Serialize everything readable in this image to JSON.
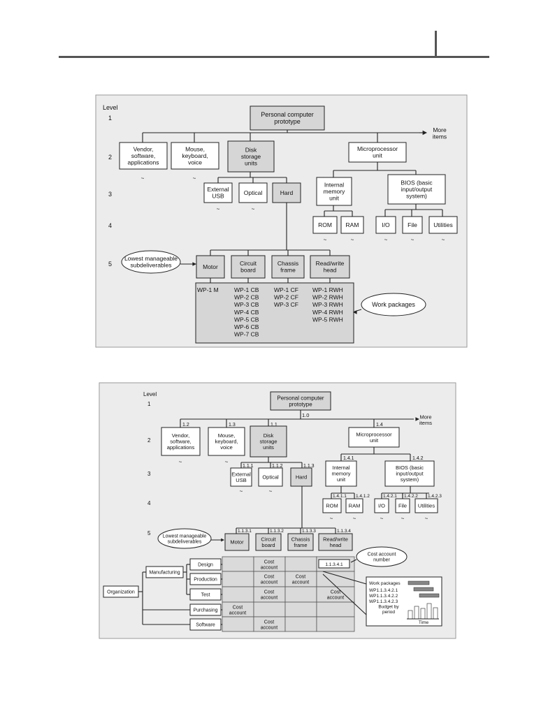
{
  "fig1": {
    "level_label": "Level",
    "level_numbers": [
      "1",
      "2",
      "3",
      "4",
      "5"
    ],
    "root": [
      "Personal computer",
      "prototype"
    ],
    "more_items": [
      "More",
      "items"
    ],
    "l2": [
      [
        "Vendor,",
        "software,",
        "applications"
      ],
      [
        "Mouse,",
        "keyboard,",
        "voice"
      ],
      [
        "Disk",
        "storage",
        "units"
      ],
      [
        "Microprocessor",
        "unit"
      ]
    ],
    "l3_disk": [
      [
        "External",
        "USB"
      ],
      [
        "Optical"
      ],
      [
        "Hard"
      ]
    ],
    "l3_micro": [
      [
        "Internal",
        "memory",
        "unit"
      ],
      [
        "BIOS (basic",
        "input/output",
        "system)"
      ]
    ],
    "l4": [
      [
        "ROM"
      ],
      [
        "RAM"
      ],
      [
        "I/O"
      ],
      [
        "File"
      ],
      [
        "Utilities"
      ]
    ],
    "l5": [
      [
        "Motor"
      ],
      [
        "Circuit",
        "board"
      ],
      [
        "Chassis",
        "frame"
      ],
      [
        "Read/write",
        "head"
      ]
    ],
    "callout_lowest": [
      "Lowest manageable",
      "subdeliverables"
    ],
    "callout_wp": [
      "Work packages"
    ],
    "wp_cols": [
      [
        "WP-1 M"
      ],
      [
        "WP-1 CB",
        "WP-2 CB",
        "WP-3 CB",
        "WP-4 CB",
        "WP-5 CB",
        "WP-6 CB",
        "WP-7 CB"
      ],
      [
        "WP-1 CF",
        "WP-2 CF",
        "WP-3 CF"
      ],
      [
        "WP-1 RWH",
        "WP-2 RWH",
        "WP-3 RWH",
        "WP-4 RWH",
        "WP-5 RWH"
      ]
    ]
  },
  "fig2": {
    "level_label": "Level",
    "level_numbers": [
      "1",
      "2",
      "3",
      "4",
      "5"
    ],
    "root": [
      "Personal computer",
      "prototype"
    ],
    "root_code": "1.0",
    "more_items": [
      "More",
      "items"
    ],
    "l2": [
      [
        "Vendor,",
        "software,",
        "applications"
      ],
      [
        "Mouse,",
        "keyboard,",
        "voice"
      ],
      [
        "Disk",
        "storage",
        "units"
      ],
      [
        "Microprocessor",
        "unit"
      ]
    ],
    "l2_codes": [
      "1.2",
      "1.3",
      "1.1",
      "1.4"
    ],
    "l3_disk": [
      [
        "External",
        "USB"
      ],
      [
        "Optical"
      ],
      [
        "Hard"
      ]
    ],
    "l3_disk_codes": [
      "1.1.1",
      "1.1.2",
      "1.1.3"
    ],
    "l3_micro": [
      [
        "Internal",
        "memory",
        "unit"
      ],
      [
        "BIOS (basic",
        "input/output",
        "system)"
      ]
    ],
    "l3_micro_codes": [
      "1.4.1",
      "1.4.2"
    ],
    "l4": [
      [
        "ROM"
      ],
      [
        "RAM"
      ],
      [
        "I/O"
      ],
      [
        "File"
      ],
      [
        "Utilities"
      ]
    ],
    "l4_codes": [
      "1.4.1.1",
      "1.4.1.2",
      "1.4.2.1",
      "1.4.2.2",
      "1.4.2.3"
    ],
    "l5": [
      [
        "Motor"
      ],
      [
        "Circuit",
        "board"
      ],
      [
        "Chassis",
        "frame"
      ],
      [
        "Read/write",
        "head"
      ]
    ],
    "l5_codes": [
      "1.1.3.1",
      "1.1.3.2",
      "1.1.3.3",
      "1.1.3.4"
    ],
    "callout_lowest": [
      "Lowest manageable",
      "subdeliverables"
    ],
    "callout_cost": [
      "Cost account",
      "number"
    ],
    "cost_code": "1.1.3.4.1",
    "org": "Organization",
    "manufacturing": "Manufacturing",
    "depts": [
      "Design",
      "Production",
      "Test",
      "Purchasing",
      "Software"
    ],
    "cost_account": [
      "Cost",
      "account"
    ],
    "wp_title": "Work packages",
    "wp_list": [
      "WP1.1.3.4.2.1",
      "WP1.1.3.4.2.2",
      "WP1.1.3.4.2.3"
    ],
    "budget": [
      "Budget by",
      "period"
    ],
    "time": "Time"
  }
}
